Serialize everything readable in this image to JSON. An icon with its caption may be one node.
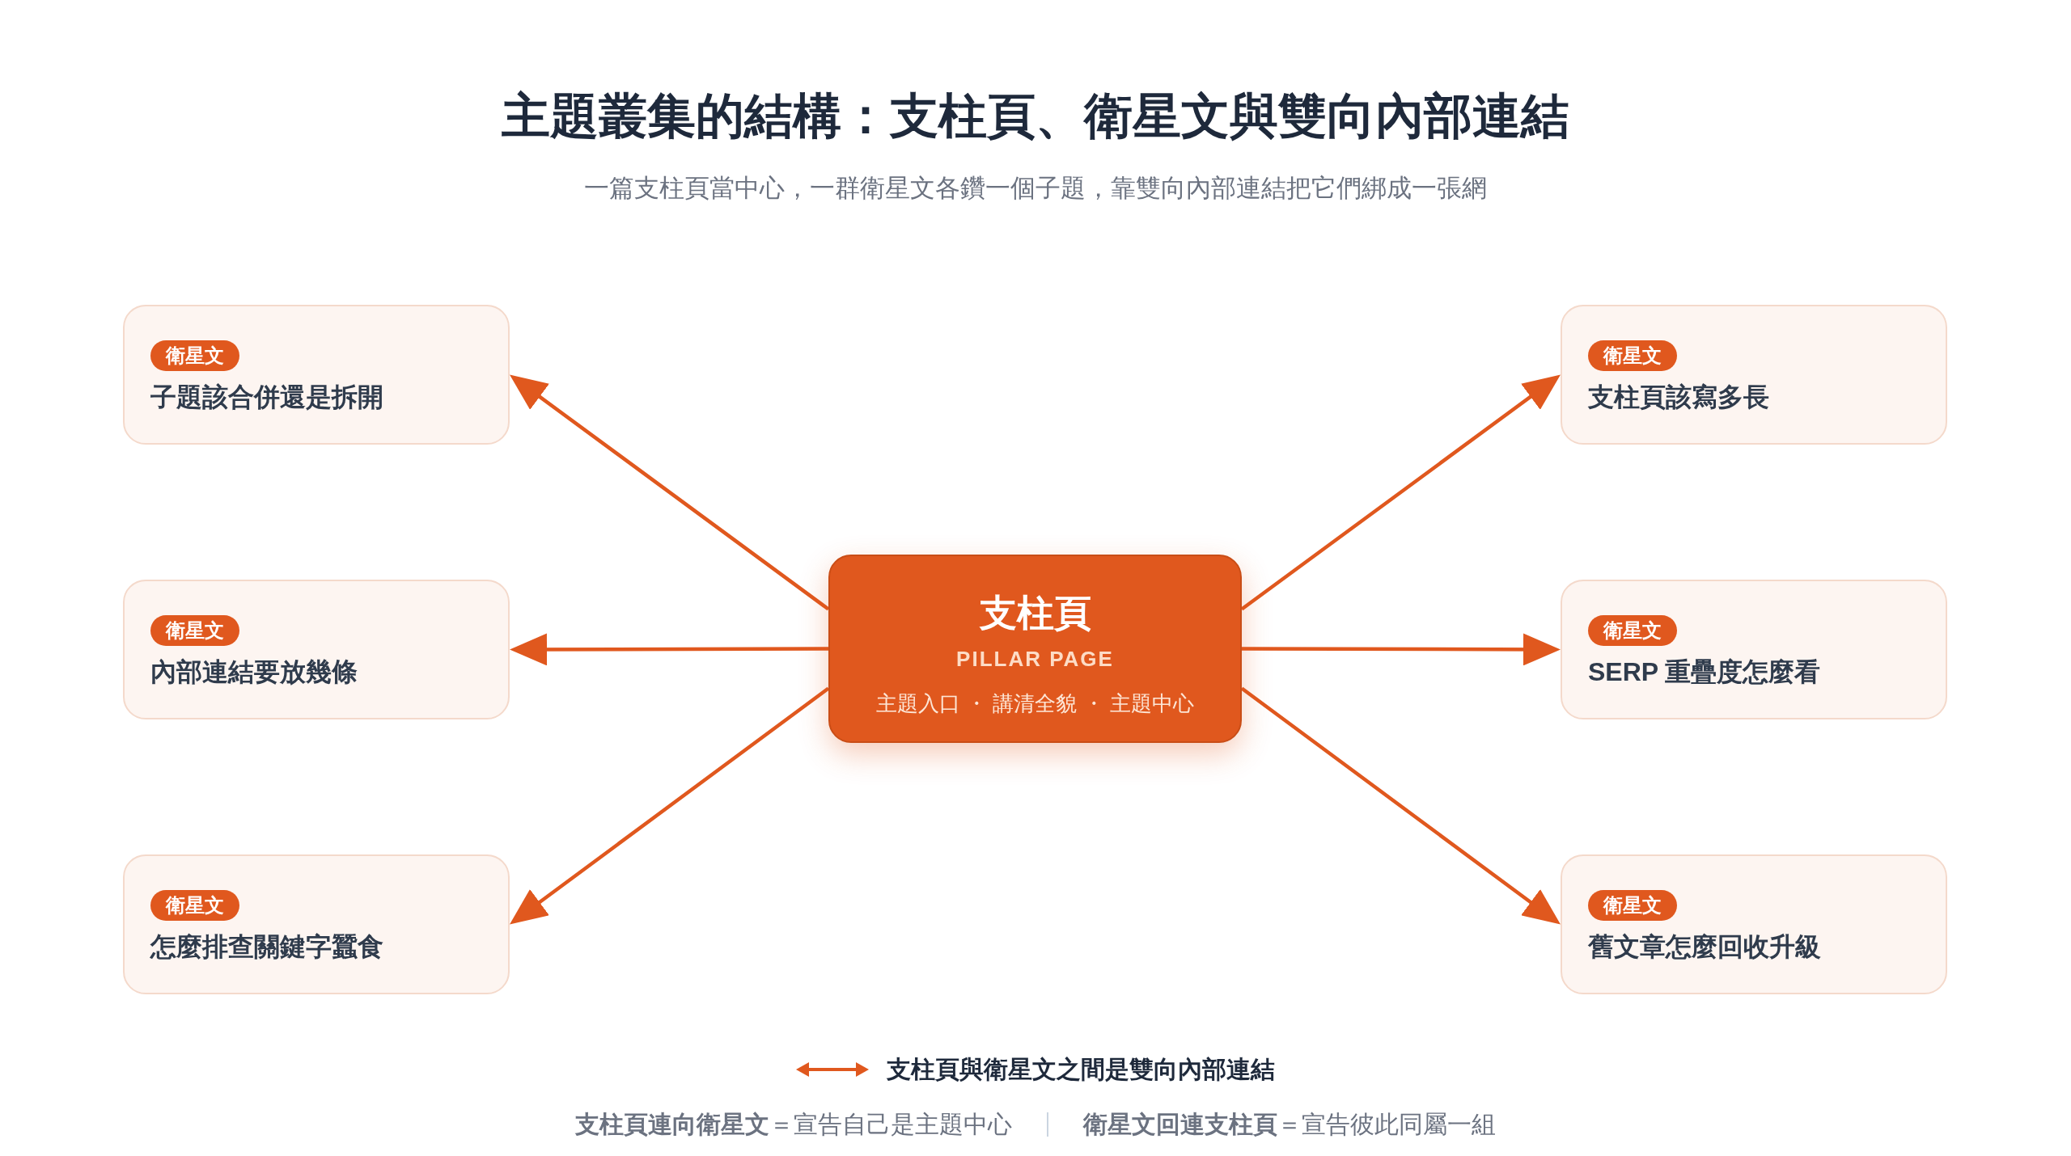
{
  "diagram": {
    "title": "主題叢集的結構：支柱頁、衛星文與雙向內部連結",
    "caption": "一篇支柱頁當中心，一群衛星文各鑽一個子題，靠雙向內部連結把它們綁成一張網",
    "nodes": [
      {
        "text": [
          "衛星文",
          "子題該合併還是拆開"
        ]
      },
      {
        "text": [
          "衛星文",
          "支柱頁該寫多長"
        ]
      },
      {
        "text": [
          "衛星文",
          "內部連結要放幾條"
        ]
      },
      {
        "text": [
          "支柱頁",
          "PILLAR PAGE",
          "主題入口 ・ 講清全貌 ・ 主題中心"
        ]
      },
      {
        "text": [
          "衛星文",
          "SERP 重疊度怎麼看"
        ]
      },
      {
        "text": [
          "衛星文",
          "怎麼排查關鍵字蠶食"
        ]
      },
      {
        "text": [
          "衛星文",
          "舊文章怎麼回收升級"
        ]
      }
    ],
    "edges": [
      {
        "from": 3,
        "to": 0,
        "arrow": "to"
      },
      {
        "from": 3,
        "to": 1,
        "arrow": "to"
      },
      {
        "from": 3,
        "to": 2,
        "arrow": "to"
      },
      {
        "from": 3,
        "to": 4,
        "arrow": "to"
      },
      {
        "from": 3,
        "to": 5,
        "arrow": "to"
      },
      {
        "from": 3,
        "to": 6,
        "arrow": "to"
      }
    ],
    "labels": [
      "**支柱頁連向衛星文**＝宣告自己是主題中心",
      "**衛星文回連支柱頁**＝宣告彼此同屬一組"
    ],
    "legend": [
      {
        "text": "支柱頁與衛星文之間是雙向內部連結"
      }
    ]
  }
}
